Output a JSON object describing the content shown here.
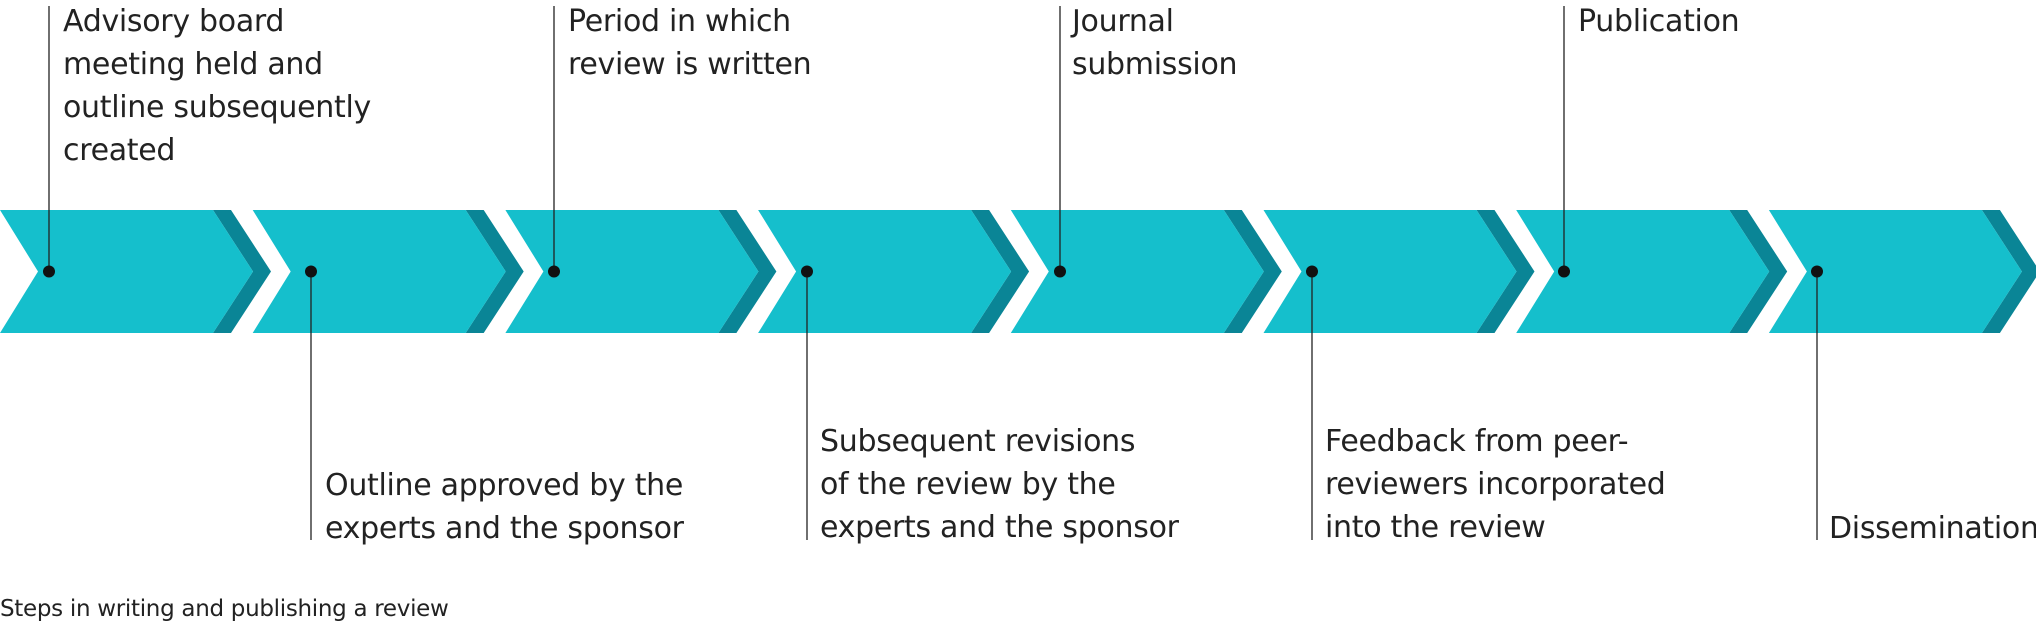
{
  "colors": {
    "chevron_fill": "#15bfcc",
    "chevron_shadow": "#0a8596",
    "connector": "#222222",
    "dot": "#111111",
    "text": "#222222"
  },
  "steps": [
    {
      "label": "Advisory board\nmeeting held and\noutline subsequently\ncreated",
      "position": "above"
    },
    {
      "label": "Outline approved by the\nexperts and the sponsor",
      "position": "below"
    },
    {
      "label": "Period in which\nreview is written",
      "position": "above"
    },
    {
      "label": "Subsequent revisions\nof the review by the\nexperts and the sponsor",
      "position": "below"
    },
    {
      "label": "Journal\nsubmission",
      "position": "above"
    },
    {
      "label": "Feedback from peer-\nreviewers incorporated\ninto the review",
      "position": "below"
    },
    {
      "label": "Publication",
      "position": "above"
    },
    {
      "label": "Dissemination",
      "position": "below"
    }
  ],
  "caption": "Steps in writing and publishing a review"
}
